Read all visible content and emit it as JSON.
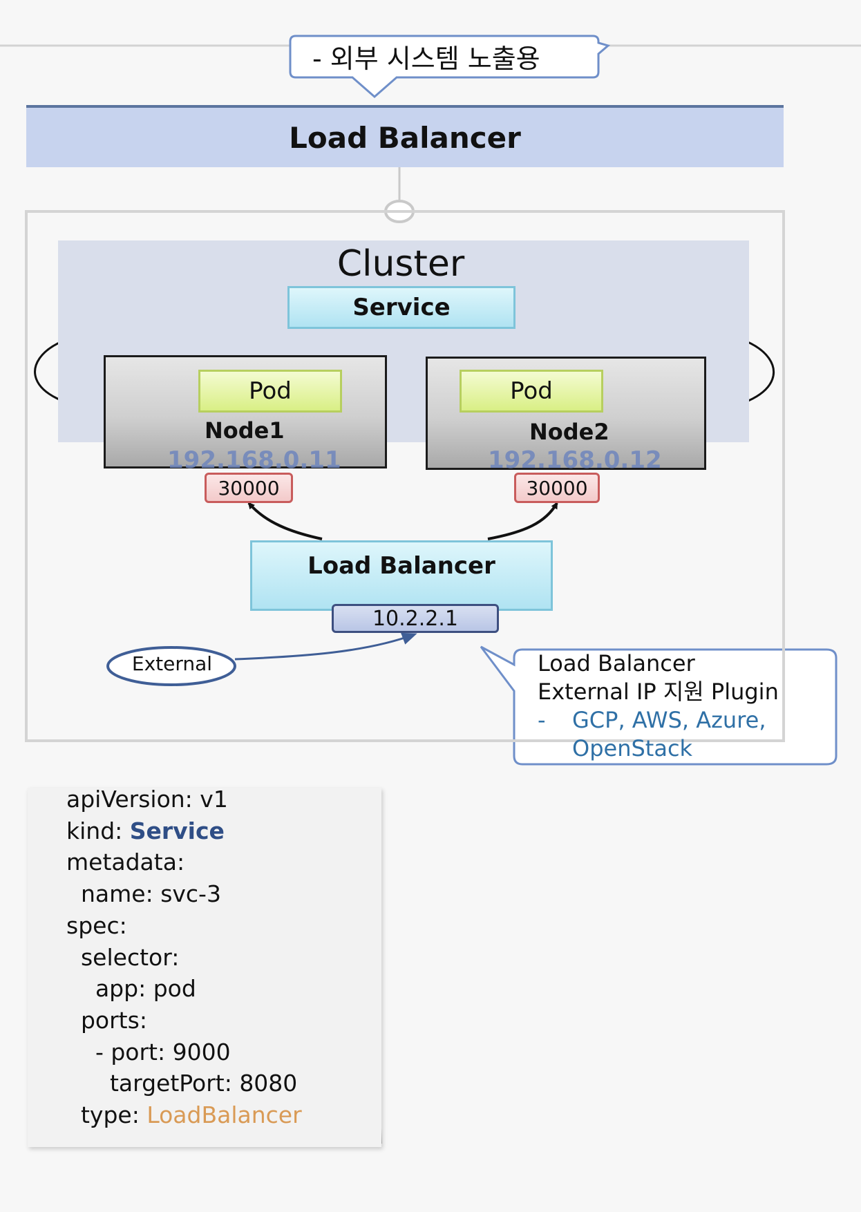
{
  "callout_top": {
    "text": "- 외부 시스템 노출용"
  },
  "banner": {
    "label": "Load Balancer"
  },
  "cluster": {
    "label": "Cluster",
    "service_label": "Service",
    "nodes": [
      {
        "pod_label": "Pod",
        "name": "Node1",
        "ip": "192.168.0.11",
        "port": "30000"
      },
      {
        "pod_label": "Pod",
        "name": "Node2",
        "ip": "192.168.0.12",
        "port": "30000"
      }
    ]
  },
  "load_balancer": {
    "label": "Load Balancer",
    "ip": "10.2.2.1"
  },
  "external": {
    "label": "External"
  },
  "callout_plugin": {
    "line1": "Load Balancer",
    "line2": "External IP 지원 Plugin",
    "bullet_dash": "-",
    "providers_line1": "GCP, AWS, Azure,",
    "providers_line2": "OpenStack"
  },
  "yaml": {
    "api_version_key": "apiVersion: ",
    "api_version_value": "v1",
    "kind_key": "kind: ",
    "kind_value": "Service",
    "metadata_key": "metadata:",
    "name_key": "  name: ",
    "name_value": "svc-3",
    "spec_key": "spec:",
    "selector_key": "  selector:",
    "app_key": "    app: ",
    "app_value": "pod",
    "ports_key": "  ports:",
    "port_key": "    - port: ",
    "port_value": "9000",
    "target_port_key": "      targetPort: ",
    "target_port_value": "8080",
    "type_key": "  type: ",
    "type_value": "LoadBalancer"
  },
  "colors": {
    "banner_fill": "#c7d3ee",
    "banner_border": "#5c759f",
    "service_fill": "#b0e3f2",
    "pod_fill": "#d9ef85",
    "port_border": "#c85c5c",
    "lb_ip_border": "#3d4f80",
    "node_ip_text": "#6f86bd",
    "yaml_service_text": "#2f4e86",
    "yaml_lb_text": "#d99a55",
    "provider_text": "#2f70a6",
    "callout_border": "#6f8fc9"
  }
}
